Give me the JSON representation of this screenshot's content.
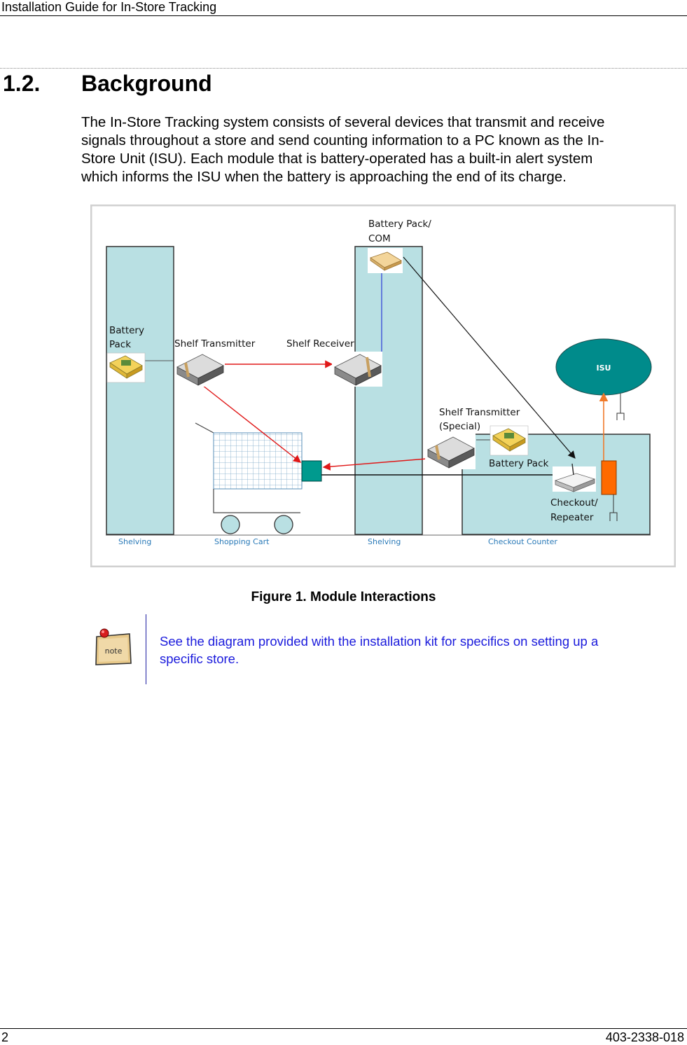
{
  "header": {
    "title": "Installation Guide for In-Store Tracking"
  },
  "section": {
    "number": "1.2.",
    "title": "Background"
  },
  "intro_lines": [
    "The In-Store Tracking system consists of several devices that transmit and receive",
    "signals throughout a store and send counting information to a PC known as the In-",
    "Store Unit (ISU). Each module that is battery-operated has a built-in alert system",
    "which informs the ISU when the battery is approaching the end of its charge."
  ],
  "figure": {
    "labels": {
      "battery_pack_com_1": "Battery Pack/",
      "battery_pack_com_2": "COM",
      "battery_pack_left_1": "Battery",
      "battery_pack_left_2": "Pack",
      "shelf_transmitter": "Shelf Transmitter",
      "shelf_receiver": "Shelf Receiver",
      "isu": "ISU",
      "shelf_transmitter_special_1": "Shelf Transmitter",
      "shelf_transmitter_special_2": "(Special)",
      "battery_pack_right": "Battery Pack",
      "checkout_repeater_1": "Checkout/",
      "checkout_repeater_2": "Repeater"
    },
    "bottom_labels": {
      "shelving_left": "Shelving",
      "shopping_cart": "Shopping Cart",
      "shelving_right": "Shelving",
      "checkout_counter": "Checkout Counter"
    },
    "caption": "Figure 1. Module Interactions"
  },
  "note": {
    "icon_label": "note",
    "lines": [
      "See the diagram provided with the installation kit for specifics on setting up a",
      "specific store."
    ]
  },
  "footer": {
    "page": "2",
    "doc_number": "403-2338-018"
  },
  "colors": {
    "shelving": "#b9e0e3",
    "isu": "#008b8b",
    "repeater": "#ff6a00",
    "note_text": "#1a1adc",
    "red_link": "#e01818",
    "blue_link": "#2b3bd6",
    "orange_link": "#f07a2a"
  }
}
